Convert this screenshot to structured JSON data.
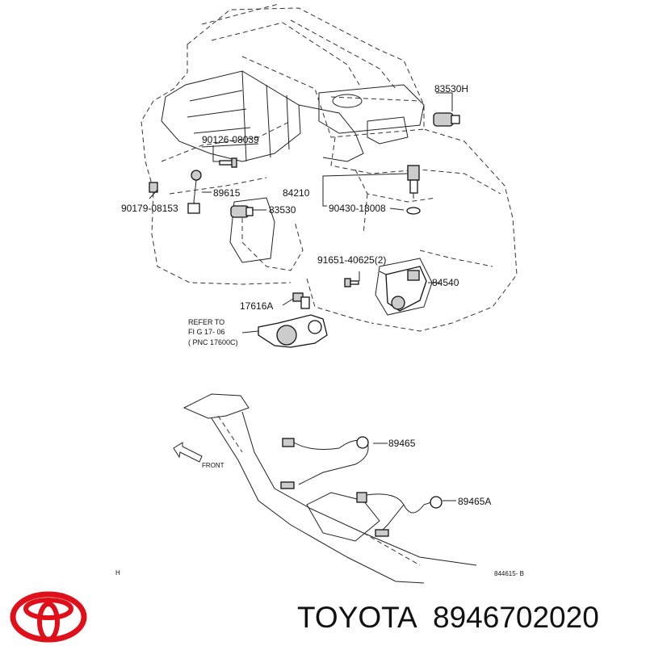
{
  "labels": {
    "p83530H": "83530H",
    "p90126": "90126-08039",
    "p89615": "89615",
    "p84210": "84210",
    "p90179": "90179-08153",
    "p83530": "83530",
    "p90430": "90430-18008",
    "p91651": "91651-40625(2)",
    "p84540": "84540",
    "p17616A": "17616A",
    "refer1": "REFER TO",
    "refer2": "FI G 17- 06",
    "refer3": "( PNC 17600C)",
    "p89465": "89465",
    "front": "FRONT",
    "p89465A": "89465A",
    "code": "844615- B",
    "corner": "H"
  },
  "brand": {
    "name": "TOYOTA",
    "part_number": "8946702020",
    "logo_color": "#e0101a"
  }
}
